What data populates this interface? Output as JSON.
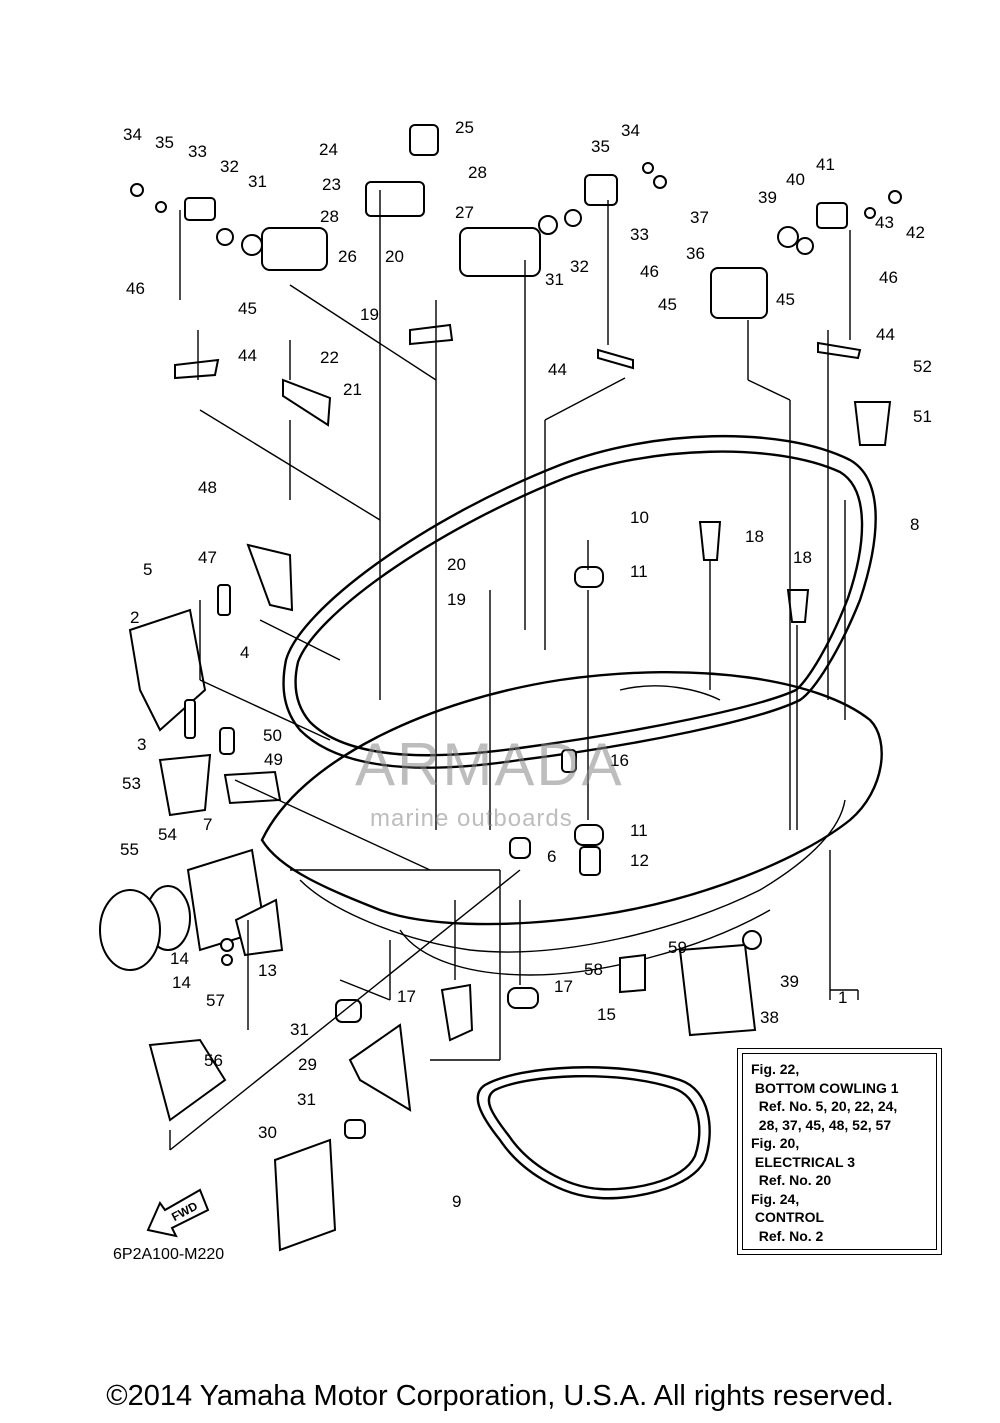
{
  "diagram_code": "6P2A100-M220",
  "copyright": "©2014 Yamaha Motor Corporation, U.S.A. All rights reserved.",
  "watermark": {
    "brand": "ARMADA",
    "sub": "marine outboards"
  },
  "fwd_label": "FWD",
  "reference_box": [
    "Fig. 22,",
    " BOTTOM COWLING 1",
    "  Ref. No. 5, 20, 22, 24,",
    "  28, 37, 45, 48, 52, 57",
    "Fig. 20,",
    " ELECTRICAL 3",
    "  Ref. No. 20",
    "Fig. 24,",
    " CONTROL",
    "  Ref. No. 2"
  ],
  "callouts": [
    "34",
    "35",
    "33",
    "32",
    "31",
    "28",
    "26",
    "46",
    "45",
    "44",
    "22",
    "21",
    "24",
    "25",
    "23",
    "27",
    "20",
    "19",
    "28",
    "31",
    "32",
    "35",
    "34",
    "33",
    "46",
    "45",
    "44",
    "37",
    "39",
    "40",
    "41",
    "43",
    "42",
    "36",
    "45",
    "46",
    "44",
    "52",
    "51",
    "8",
    "48",
    "47",
    "10",
    "18",
    "18",
    "5",
    "2",
    "4",
    "20",
    "11",
    "19",
    "3",
    "50",
    "49",
    "53",
    "16",
    "7",
    "54",
    "55",
    "6",
    "11",
    "12",
    "14",
    "14",
    "13",
    "57",
    "31",
    "17",
    "15",
    "17",
    "38",
    "39",
    "58",
    "59",
    "1",
    "56",
    "29",
    "31",
    "30",
    "9"
  ]
}
